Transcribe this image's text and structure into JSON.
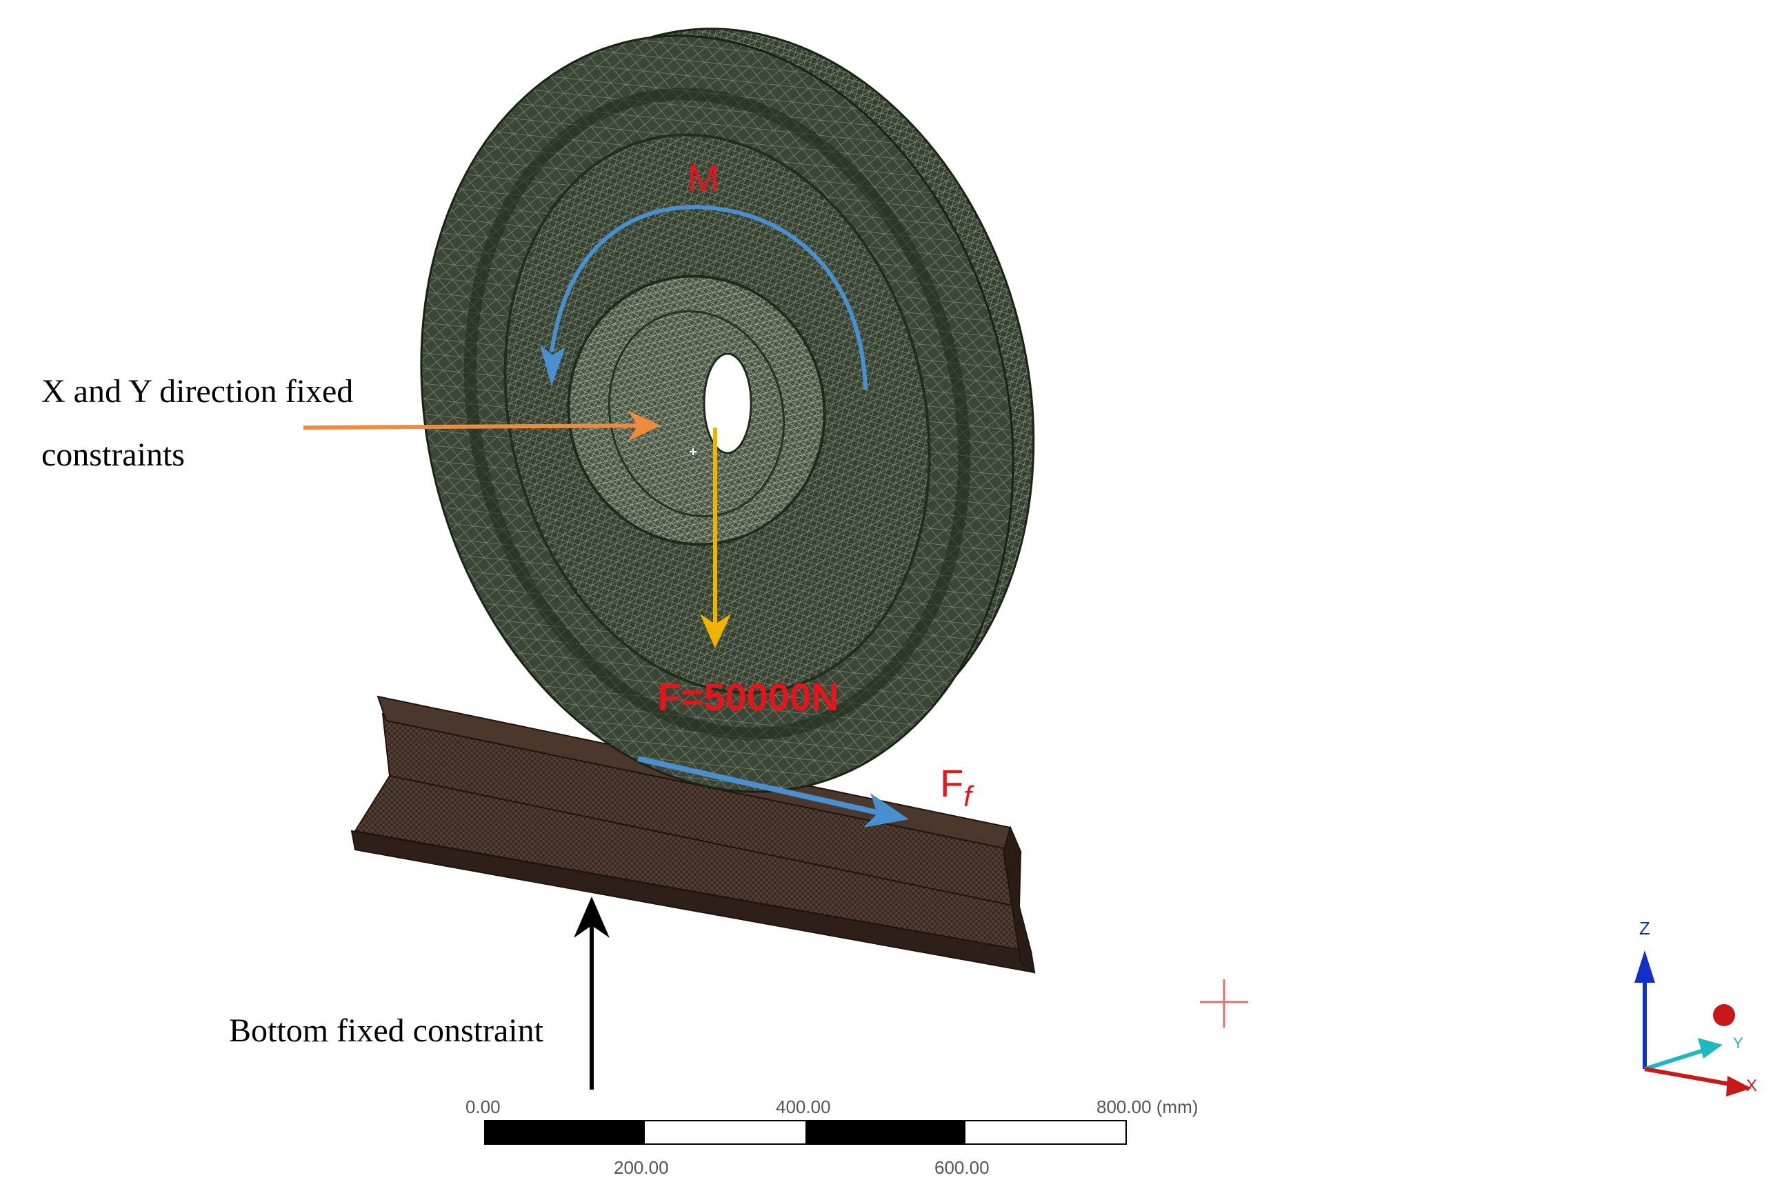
{
  "annotations": {
    "moment_label": "M",
    "force_label": "F=50000N",
    "friction_label_base": "F",
    "friction_label_sub": "f",
    "xy_constraint_line1": "X and Y direction fixed",
    "xy_constraint_line2": "constraints",
    "bottom_constraint": "Bottom fixed constraint"
  },
  "scale_bar": {
    "top_labels": [
      "0.00",
      "400.00",
      "800.00 (mm)"
    ],
    "bottom_labels": [
      "200.00",
      "600.00"
    ]
  },
  "triad": {
    "z_label": "Z",
    "y_label": "Y",
    "x_label": "X"
  },
  "colors": {
    "wheel_mesh": "#3b4636",
    "rail_mesh": "#3a2a22",
    "moment_arrow": "#4a8fd0",
    "friction_arrow": "#4a8fd0",
    "force_arrow": "#f0b400",
    "constraint_arrow": "#f08a3c",
    "bottom_arrow": "#000000",
    "label_red": "#e8141c",
    "triad_z": "#1030c8",
    "triad_y": "#20b8c0",
    "triad_x": "#c81818"
  }
}
